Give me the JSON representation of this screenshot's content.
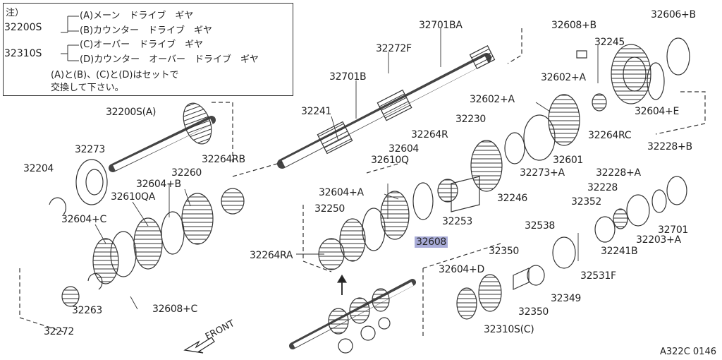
{
  "note": {
    "header": "注）",
    "line_a": "(A)メーン　ドライブ　ギヤ",
    "line_b": "(B)カウンター　ドライブ　ギヤ",
    "line_c": "(C)オーバー　ドライブ　ギヤ",
    "line_d": "(D)カウンター　オーバー　ドライブ　ギヤ",
    "group_1": "32200S",
    "group_2": "32310S",
    "remark_1": "(A)と(B)、(C)と(D)はセットで",
    "remark_2": "交換して下さい。"
  },
  "callouts": [
    "32701BA",
    "32272F",
    "32701B",
    "32241",
    "32608+B",
    "32606+B",
    "32245",
    "32602+A",
    "32602+A",
    "32264RC",
    "32604+E",
    "32230",
    "32264R",
    "32604",
    "32610Q",
    "32601",
    "32273+A",
    "32246",
    "32228+B",
    "32228+A",
    "32228",
    "32352",
    "32203+A",
    "32701",
    "32241B",
    "32200S(A)",
    "32273",
    "32204",
    "32264RB",
    "32260",
    "32604+B",
    "32610QA",
    "32604+A",
    "32250",
    "32253",
    "32604+C",
    "32608",
    "32264RA",
    "32538",
    "32350",
    "32604+D",
    "32531F",
    "32349",
    "32350",
    "32310S(C)",
    "32263",
    "32608+C",
    "32272"
  ],
  "highlighted_callout": "32608",
  "front_label": "FRONT",
  "diagram_code": "A322C 0146"
}
